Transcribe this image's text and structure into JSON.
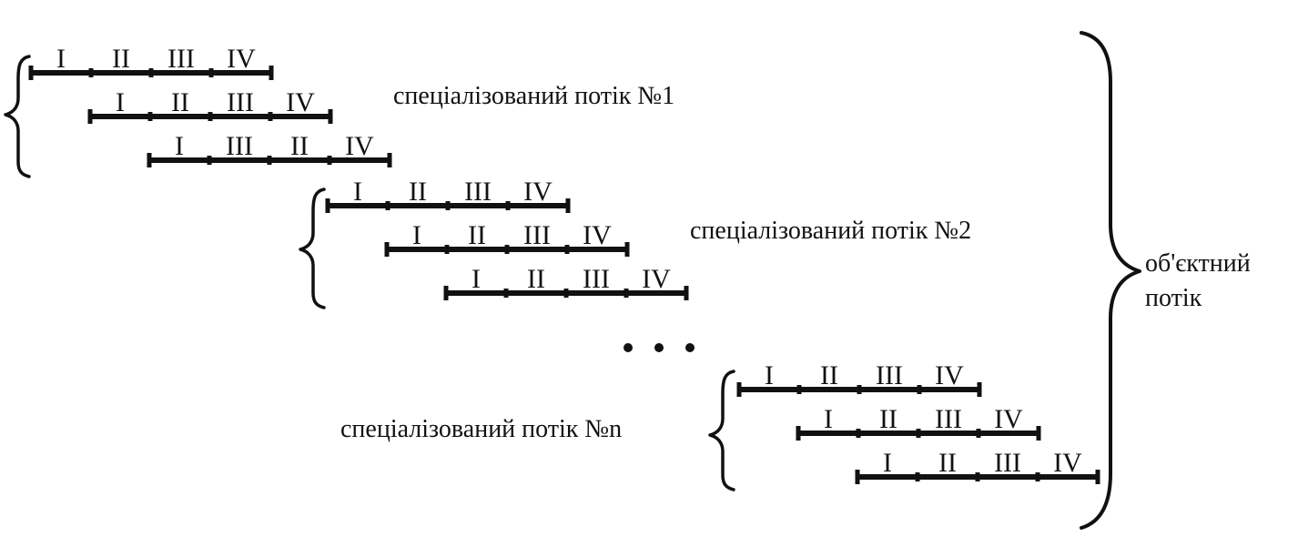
{
  "segment_labels": [
    "I",
    "II",
    "III",
    "IV"
  ],
  "flows": [
    {
      "label": "спеціалізований потік №1",
      "rows": [
        {
          "order": [
            "I",
            "II",
            "III",
            "IV"
          ]
        },
        {
          "order": [
            "I",
            "II",
            "III",
            "IV"
          ]
        },
        {
          "order": [
            "I",
            "III",
            "II",
            "IV"
          ]
        }
      ]
    },
    {
      "label": "спеціалізований потік №2",
      "rows": [
        {
          "order": [
            "I",
            "II",
            "III",
            "IV"
          ]
        },
        {
          "order": [
            "I",
            "II",
            "III",
            "IV"
          ]
        },
        {
          "order": [
            "I",
            "II",
            "III",
            "IV"
          ]
        }
      ]
    },
    {
      "label": "спеціалізований потік №n",
      "rows": [
        {
          "order": [
            "I",
            "II",
            "III",
            "IV"
          ]
        },
        {
          "order": [
            "I",
            "II",
            "III",
            "IV"
          ]
        },
        {
          "order": [
            "I",
            "II",
            "III",
            "IV"
          ]
        }
      ]
    }
  ],
  "object_flow_label": [
    "об'єктний",
    "потік"
  ],
  "ellipsis": "• • •"
}
